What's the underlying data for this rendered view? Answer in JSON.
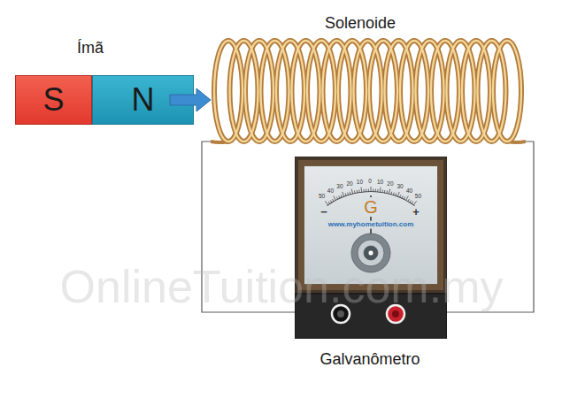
{
  "diagram": {
    "nodes": [
      {
        "text": [
          "Ímã"
        ]
      },
      {
        "text": [
          "S"
        ],
        "in": 0
      },
      {
        "text": [
          "N"
        ],
        "in": 0
      },
      {
        "text": [
          "Solenoide"
        ]
      },
      {
        "text": [
          "Galvanômetro"
        ]
      },
      {
        "text": [
          "G",
          "www.myhometuition.com"
        ],
        "in": 4
      }
    ],
    "edges": [
      {
        "from": 3,
        "to": 4,
        "arrow": "none"
      },
      {
        "from": 3,
        "to": 4,
        "arrow": "none"
      }
    ],
    "labels": [
      "50",
      "40",
      "30",
      "20",
      "10",
      "0",
      "10",
      "20",
      "30",
      "40",
      "50",
      "−",
      "+",
      "OnlineTuition.com.my"
    ]
  }
}
